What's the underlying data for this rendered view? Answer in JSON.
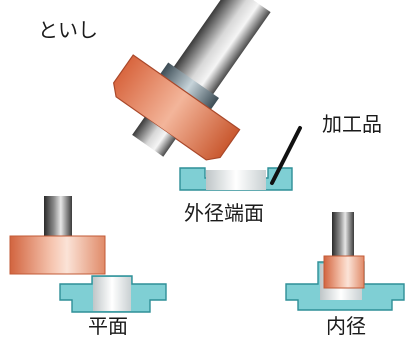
{
  "labels": {
    "grinding_wheel": "といし",
    "workpiece": "加工品",
    "outer_end_face": "外径端面",
    "flat_surface": "平面",
    "inner_diameter": "内径"
  },
  "colors": {
    "wheel": "#e58a6a",
    "wheel_dark": "#b8502f",
    "workpiece": "#7fcfd4",
    "workpiece_edge": "#2f8f97",
    "shaft_light": "#f4f4f4",
    "shaft_dark": "#4a4a4a"
  }
}
